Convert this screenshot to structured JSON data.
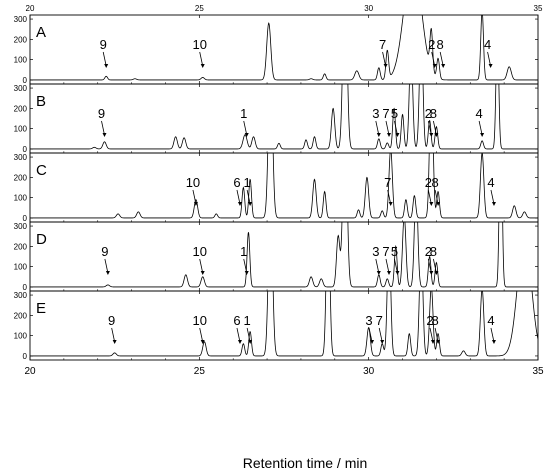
{
  "chart_data": {
    "type": "line",
    "xlabel": "Retention time / min",
    "xlim": [
      20,
      35
    ],
    "ylim": [
      -20,
      320
    ],
    "x_ticks": [
      20,
      25,
      30,
      35
    ],
    "y_ticks": [
      0,
      100,
      200,
      300
    ],
    "grid": false,
    "panels": [
      {
        "label": "A",
        "peaks": [
          {
            "x": 22.25,
            "h": 18,
            "w": 0.04
          },
          {
            "x": 23.1,
            "h": 6,
            "w": 0.05
          },
          {
            "x": 25.1,
            "h": 12,
            "w": 0.05
          },
          {
            "x": 27.05,
            "h": 280,
            "w": 0.06
          },
          {
            "x": 28.3,
            "h": 6,
            "w": 0.05
          },
          {
            "x": 28.7,
            "h": 30,
            "w": 0.04
          },
          {
            "x": 29.65,
            "h": 45,
            "w": 0.06
          },
          {
            "x": 30.3,
            "h": 60,
            "w": 0.04
          },
          {
            "x": 30.55,
            "h": 140,
            "w": 0.04
          },
          {
            "x": 31.3,
            "h": 600,
            "w": 0.25
          },
          {
            "x": 31.85,
            "h": 200,
            "w": 0.04
          },
          {
            "x": 32.05,
            "h": 100,
            "w": 0.04
          },
          {
            "x": 33.35,
            "h": 340,
            "w": 0.04
          },
          {
            "x": 34.15,
            "h": 65,
            "w": 0.06
          }
        ],
        "annotations": [
          {
            "label": "9",
            "x": 22.25
          },
          {
            "label": "10",
            "x": 25.1
          },
          {
            "label": "7",
            "x": 30.5
          },
          {
            "label": "2",
            "x": 31.95
          },
          {
            "label": "8",
            "x": 32.2
          },
          {
            "label": "4",
            "x": 33.6
          }
        ]
      },
      {
        "label": "B",
        "peaks": [
          {
            "x": 21.9,
            "h": 8,
            "w": 0.05
          },
          {
            "x": 22.2,
            "h": 35,
            "w": 0.05
          },
          {
            "x": 24.3,
            "h": 60,
            "w": 0.05
          },
          {
            "x": 24.55,
            "h": 55,
            "w": 0.05
          },
          {
            "x": 26.35,
            "h": 70,
            "w": 0.06
          },
          {
            "x": 26.6,
            "h": 60,
            "w": 0.05
          },
          {
            "x": 27.35,
            "h": 28,
            "w": 0.04
          },
          {
            "x": 28.15,
            "h": 45,
            "w": 0.04
          },
          {
            "x": 28.4,
            "h": 60,
            "w": 0.04
          },
          {
            "x": 28.95,
            "h": 200,
            "w": 0.05
          },
          {
            "x": 29.3,
            "h": 900,
            "w": 0.06
          },
          {
            "x": 30.3,
            "h": 50,
            "w": 0.04
          },
          {
            "x": 30.55,
            "h": 30,
            "w": 0.04
          },
          {
            "x": 30.75,
            "h": 200,
            "w": 0.04
          },
          {
            "x": 31.0,
            "h": 170,
            "w": 0.04
          },
          {
            "x": 31.25,
            "h": 500,
            "w": 0.05
          },
          {
            "x": 31.55,
            "h": 600,
            "w": 0.05
          },
          {
            "x": 31.8,
            "h": 140,
            "w": 0.04
          },
          {
            "x": 32.0,
            "h": 110,
            "w": 0.04
          },
          {
            "x": 33.35,
            "h": 40,
            "w": 0.04
          },
          {
            "x": 33.8,
            "h": 600,
            "w": 0.04
          }
        ],
        "annotations": [
          {
            "label": "9",
            "x": 22.2
          },
          {
            "label": "1",
            "x": 26.4
          },
          {
            "label": "3",
            "x": 30.3
          },
          {
            "label": "7",
            "x": 30.6
          },
          {
            "label": "5",
            "x": 30.85
          },
          {
            "label": "2",
            "x": 31.85
          },
          {
            "label": "8",
            "x": 32.0
          },
          {
            "label": "4",
            "x": 33.35
          }
        ]
      },
      {
        "label": "C",
        "peaks": [
          {
            "x": 22.6,
            "h": 20,
            "w": 0.05
          },
          {
            "x": 23.2,
            "h": 30,
            "w": 0.05
          },
          {
            "x": 24.9,
            "h": 90,
            "w": 0.05
          },
          {
            "x": 25.5,
            "h": 20,
            "w": 0.04
          },
          {
            "x": 26.3,
            "h": 150,
            "w": 0.04
          },
          {
            "x": 26.5,
            "h": 190,
            "w": 0.04
          },
          {
            "x": 27.1,
            "h": 800,
            "w": 0.06
          },
          {
            "x": 28.4,
            "h": 190,
            "w": 0.05
          },
          {
            "x": 28.7,
            "h": 130,
            "w": 0.04
          },
          {
            "x": 29.7,
            "h": 40,
            "w": 0.04
          },
          {
            "x": 29.95,
            "h": 200,
            "w": 0.05
          },
          {
            "x": 30.4,
            "h": 35,
            "w": 0.04
          },
          {
            "x": 30.65,
            "h": 340,
            "w": 0.05
          },
          {
            "x": 31.1,
            "h": 90,
            "w": 0.04
          },
          {
            "x": 31.35,
            "h": 110,
            "w": 0.04
          },
          {
            "x": 31.85,
            "h": 700,
            "w": 0.05
          },
          {
            "x": 32.05,
            "h": 130,
            "w": 0.04
          },
          {
            "x": 33.35,
            "h": 320,
            "w": 0.05
          },
          {
            "x": 34.3,
            "h": 60,
            "w": 0.05
          },
          {
            "x": 34.6,
            "h": 30,
            "w": 0.05
          }
        ],
        "annotations": [
          {
            "label": "10",
            "x": 24.9
          },
          {
            "label": "6",
            "x": 26.2
          },
          {
            "label": "1",
            "x": 26.5
          },
          {
            "label": "7",
            "x": 30.65
          },
          {
            "label": "2",
            "x": 31.85
          },
          {
            "label": "8",
            "x": 32.05
          },
          {
            "label": "4",
            "x": 33.7
          }
        ]
      },
      {
        "label": "D",
        "peaks": [
          {
            "x": 22.3,
            "h": 10,
            "w": 0.05
          },
          {
            "x": 24.6,
            "h": 60,
            "w": 0.05
          },
          {
            "x": 25.1,
            "h": 50,
            "w": 0.05
          },
          {
            "x": 26.45,
            "h": 270,
            "w": 0.04
          },
          {
            "x": 28.3,
            "h": 50,
            "w": 0.05
          },
          {
            "x": 28.6,
            "h": 40,
            "w": 0.05
          },
          {
            "x": 29.1,
            "h": 250,
            "w": 0.05
          },
          {
            "x": 29.3,
            "h": 900,
            "w": 0.06
          },
          {
            "x": 30.3,
            "h": 60,
            "w": 0.04
          },
          {
            "x": 30.55,
            "h": 40,
            "w": 0.04
          },
          {
            "x": 30.8,
            "h": 200,
            "w": 0.04
          },
          {
            "x": 31.05,
            "h": 350,
            "w": 0.05
          },
          {
            "x": 31.4,
            "h": 500,
            "w": 0.05
          },
          {
            "x": 31.8,
            "h": 150,
            "w": 0.04
          },
          {
            "x": 32.0,
            "h": 120,
            "w": 0.04
          },
          {
            "x": 33.9,
            "h": 900,
            "w": 0.04
          }
        ],
        "annotations": [
          {
            "label": "9",
            "x": 22.3
          },
          {
            "label": "10",
            "x": 25.1
          },
          {
            "label": "1",
            "x": 26.4
          },
          {
            "label": "3",
            "x": 30.3
          },
          {
            "label": "7",
            "x": 30.6
          },
          {
            "label": "5",
            "x": 30.85
          },
          {
            "label": "2",
            "x": 31.85
          },
          {
            "label": "8",
            "x": 32.0
          }
        ]
      },
      {
        "label": "E",
        "peaks": [
          {
            "x": 22.5,
            "h": 15,
            "w": 0.05
          },
          {
            "x": 25.15,
            "h": 70,
            "w": 0.05
          },
          {
            "x": 26.3,
            "h": 60,
            "w": 0.04
          },
          {
            "x": 26.5,
            "h": 120,
            "w": 0.04
          },
          {
            "x": 27.1,
            "h": 800,
            "w": 0.06
          },
          {
            "x": 28.8,
            "h": 800,
            "w": 0.05
          },
          {
            "x": 30.0,
            "h": 140,
            "w": 0.05
          },
          {
            "x": 30.4,
            "h": 60,
            "w": 0.04
          },
          {
            "x": 30.6,
            "h": 600,
            "w": 0.05
          },
          {
            "x": 31.2,
            "h": 110,
            "w": 0.04
          },
          {
            "x": 31.55,
            "h": 550,
            "w": 0.05
          },
          {
            "x": 31.85,
            "h": 340,
            "w": 0.05
          },
          {
            "x": 32.05,
            "h": 110,
            "w": 0.04
          },
          {
            "x": 32.8,
            "h": 25,
            "w": 0.05
          },
          {
            "x": 33.35,
            "h": 330,
            "w": 0.05
          },
          {
            "x": 34.6,
            "h": 600,
            "w": 0.2
          }
        ],
        "annotations": [
          {
            "label": "9",
            "x": 22.5
          },
          {
            "label": "10",
            "x": 25.1
          },
          {
            "label": "6",
            "x": 26.2
          },
          {
            "label": "1",
            "x": 26.5
          },
          {
            "label": "3",
            "x": 30.1
          },
          {
            "label": "7",
            "x": 30.4
          },
          {
            "label": "2",
            "x": 31.9
          },
          {
            "label": "8",
            "x": 32.05
          },
          {
            "label": "4",
            "x": 33.7
          }
        ]
      }
    ]
  }
}
